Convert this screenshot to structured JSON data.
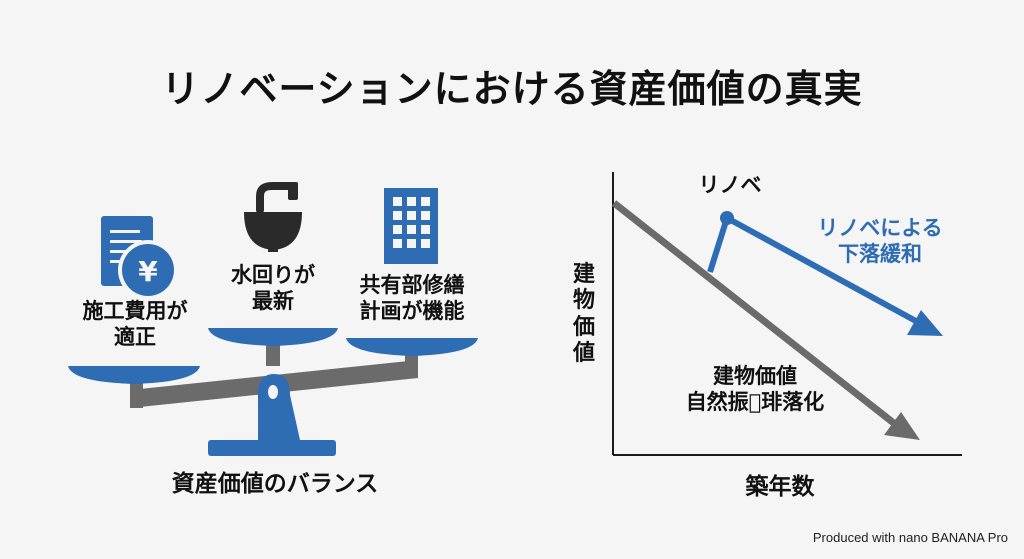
{
  "title": "リノベーションにおける資産価値の真実",
  "scale": {
    "left_label_line1": "施工費用が",
    "left_label_line2": "適正",
    "middle_label_line1": "水回りが",
    "middle_label_line2": "最新",
    "right_label_line1": "共有部修繕",
    "right_label_line2": "計画が機能",
    "yen_symbol": "¥",
    "caption": "資産価値のバランス"
  },
  "graph": {
    "y_axis_label": "建物価値",
    "x_axis_label": "築年数",
    "renov_point_label": "リノベ",
    "renov_line_label_line1": "リノベによる",
    "renov_line_label_line2": "下落緩和",
    "decline_label_line1": "建物価値",
    "decline_label_line2": "自然振𭮅琲落化"
  },
  "colors": {
    "blue": "#2e6db4",
    "gray": "#6b6b6b",
    "dark": "#1a1a1a"
  },
  "credit": "Produced with nano BANANA Pro"
}
